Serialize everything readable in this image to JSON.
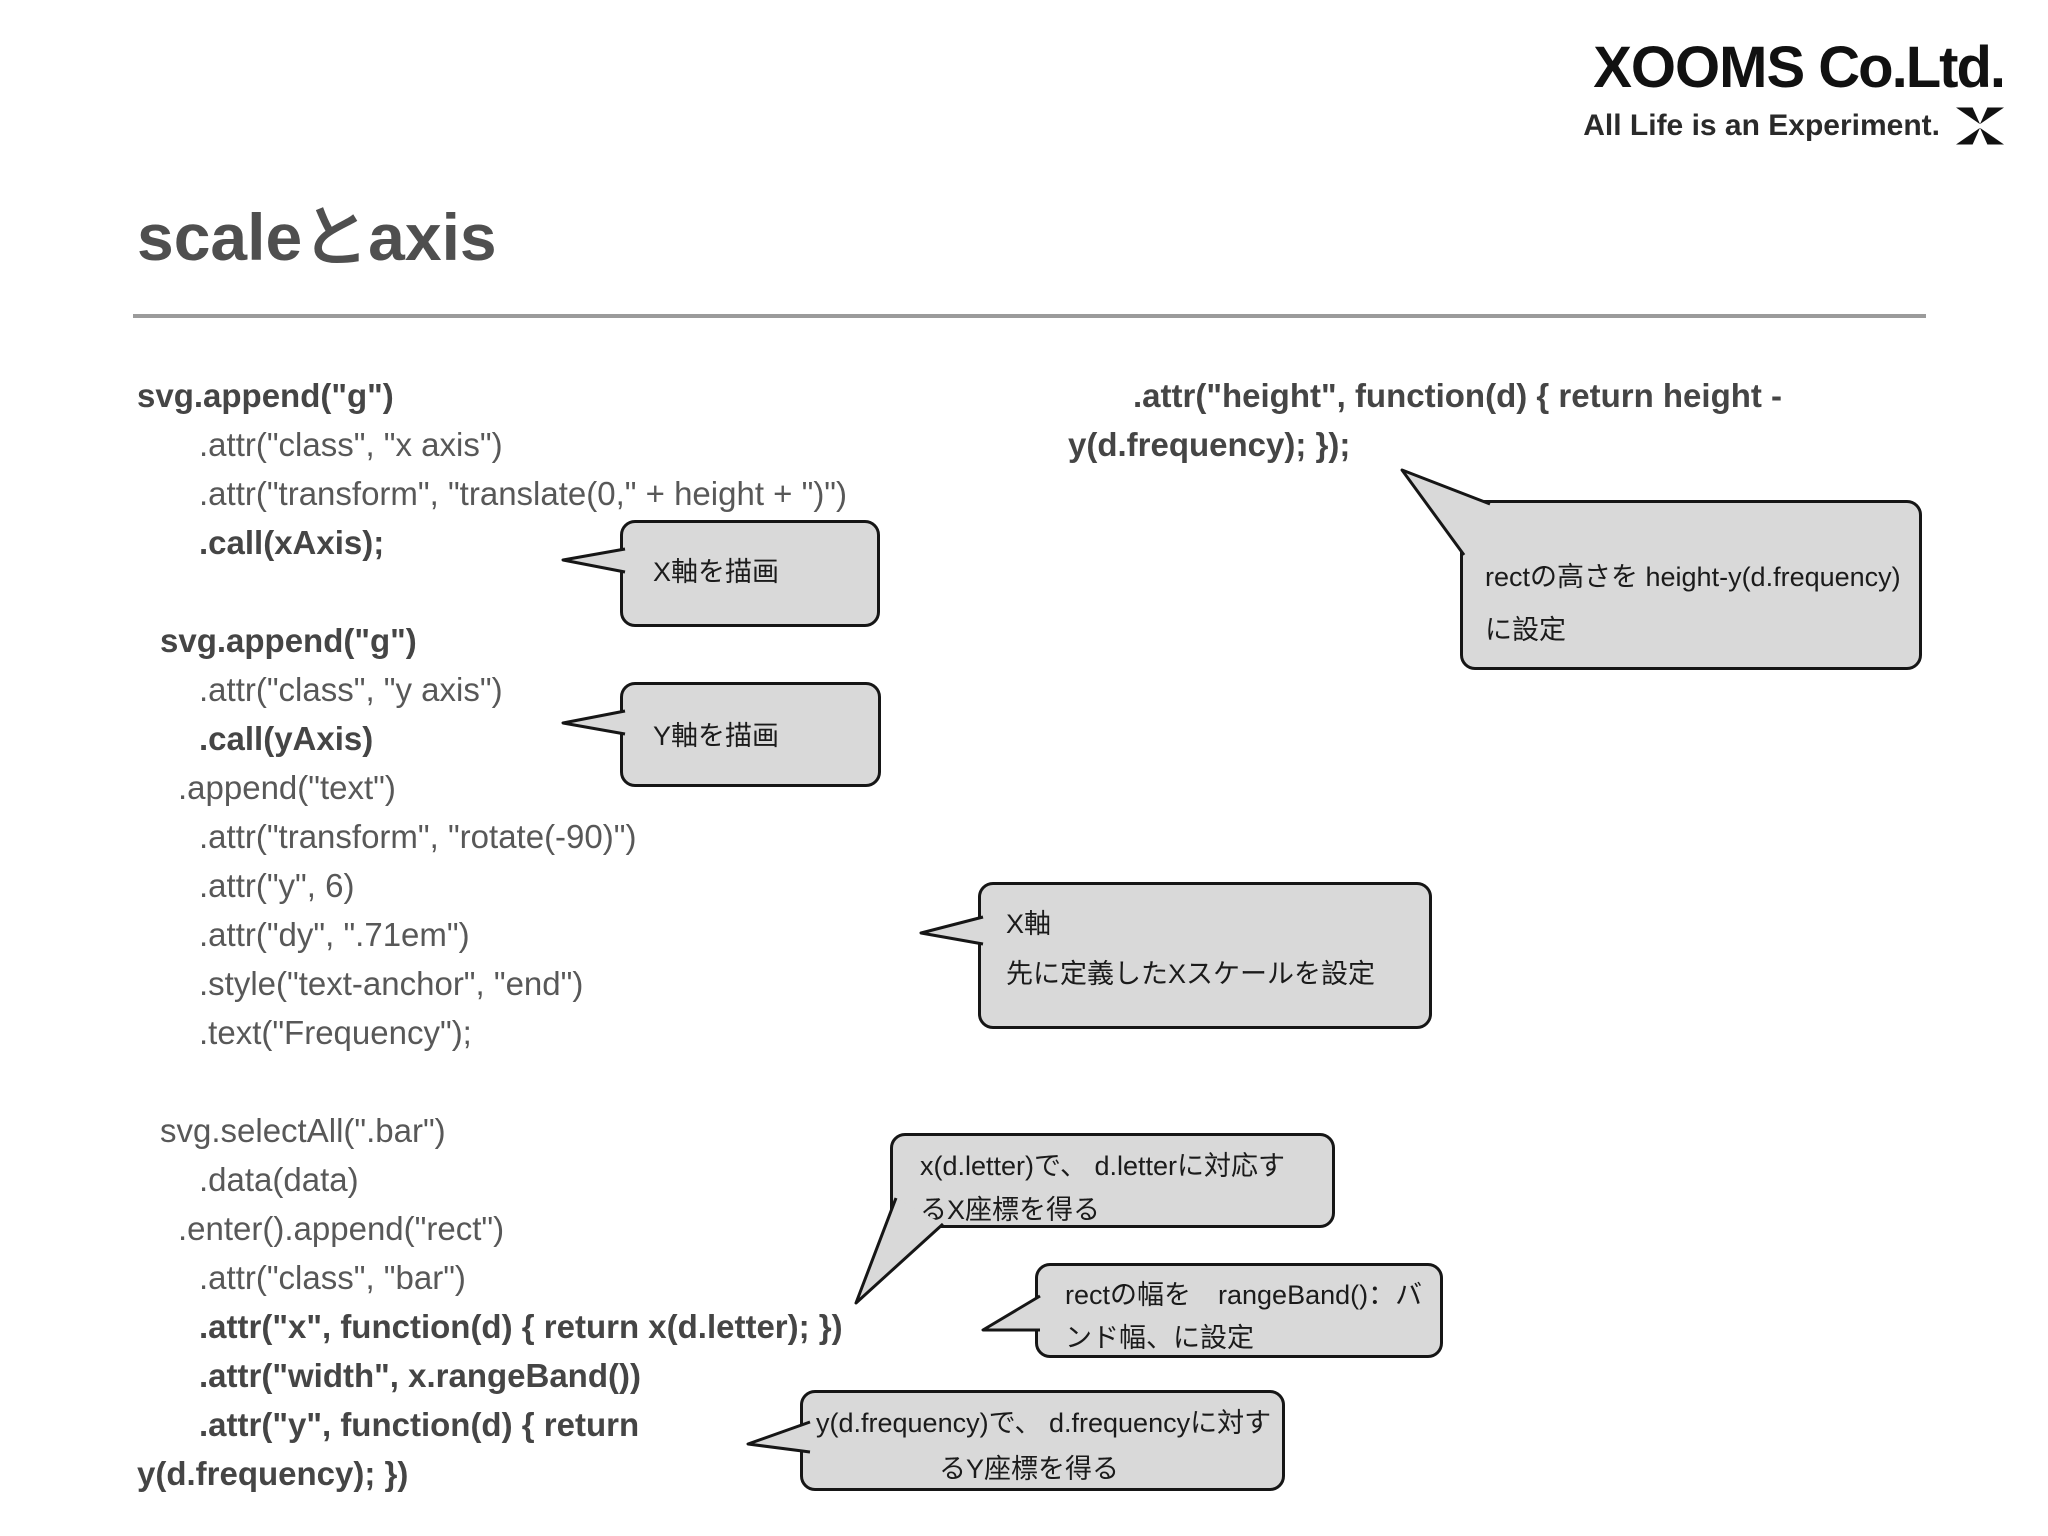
{
  "brand": {
    "name": "XOOMS",
    "suffix": " Co.Ltd.",
    "tagline": "All Life is an Experiment.",
    "icon": "x-pinwheel-icon"
  },
  "slide": {
    "title": "scaleとaxis"
  },
  "colors": {
    "callout_fill": "#d9d9d9",
    "callout_border": "#161616",
    "code_text": "#585858",
    "title_color": "#4f4f4f",
    "divider": "#9b9b9b"
  },
  "code_left": [
    {
      "text": "svg.append(\"g\")",
      "indent": "0",
      "bold": true
    },
    {
      "text": ".attr(\"class\", \"x axis\")",
      "indent": "3",
      "bold": false
    },
    {
      "text": ".attr(\"transform\", \"translate(0,\" + height + \")\")",
      "indent": "3",
      "bold": false
    },
    {
      "text": ".call(xAxis);",
      "indent": "3",
      "bold": true
    },
    {
      "text": "",
      "indent": "0",
      "bold": false
    },
    {
      "text": "svg.append(\"g\")",
      "indent": "1",
      "bold": true
    },
    {
      "text": ".attr(\"class\", \"y axis\")",
      "indent": "3",
      "bold": false
    },
    {
      "text": ".call(yAxis)",
      "indent": "3",
      "bold": true
    },
    {
      "text": ".append(\"text\")",
      "indent": "2",
      "bold": false
    },
    {
      "text": ".attr(\"transform\", \"rotate(-90)\")",
      "indent": "3",
      "bold": false
    },
    {
      "text": ".attr(\"y\", 6)",
      "indent": "3",
      "bold": false
    },
    {
      "text": ".attr(\"dy\", \".71em\")",
      "indent": "3",
      "bold": false
    },
    {
      "text": ".style(\"text-anchor\", \"end\")",
      "indent": "3",
      "bold": false
    },
    {
      "text": ".text(\"Frequency\");",
      "indent": "3",
      "bold": false
    },
    {
      "text": "",
      "indent": "0",
      "bold": false
    },
    {
      "text": "svg.selectAll(\".bar\")",
      "indent": "1",
      "bold": false
    },
    {
      "text": ".data(data)",
      "indent": "3",
      "bold": false
    },
    {
      "text": ".enter().append(\"rect\")",
      "indent": "2",
      "bold": false
    },
    {
      "text": ".attr(\"class\", \"bar\")",
      "indent": "3",
      "bold": false
    },
    {
      "text": ".attr(\"x\", function(d) { return x(d.letter); })",
      "indent": "3",
      "bold": true
    },
    {
      "text": ".attr(\"width\", x.rangeBand())",
      "indent": "3",
      "bold": true
    },
    {
      "text": ".attr(\"y\", function(d) { return",
      "indent": "3",
      "bold": true
    },
    {
      "text": "y(d.frequency); })",
      "indent": "0",
      "bold": true
    }
  ],
  "code_right": [
    {
      "text": ".attr(\"height\", function(d) { return height -",
      "indent": "r0",
      "bold": true
    },
    {
      "text": "y(d.frequency); });",
      "indent": "r1",
      "bold": true
    }
  ],
  "callouts": {
    "x_axis_draw": {
      "line1": "X軸を描画"
    },
    "y_axis_draw": {
      "line1": "Y軸を描画"
    },
    "rect_height": {
      "line1": "rectの高さを height-y(d.frequency)",
      "line2": "に設定"
    },
    "x_scale": {
      "line1": "X軸",
      "line2": "先に定義したXスケールを設定"
    },
    "x_coord": {
      "line1": "x(d.letter)で、 d.letterに対応す",
      "line2": "るX座標を得る"
    },
    "rect_width": {
      "line1": "rectの幅を　rangeBand()：バ",
      "line2": "ンド幅、に設定"
    },
    "y_coord": {
      "line1": "y(d.frequency)で、 d.frequencyに対す",
      "line2": "るY座標を得る"
    }
  }
}
